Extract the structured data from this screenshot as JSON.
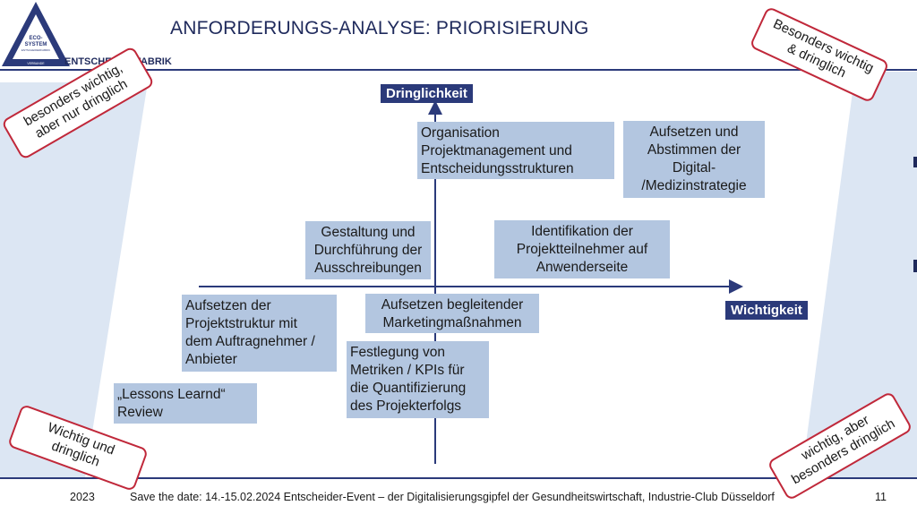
{
  "title": "ANFORDERUNGS-ANALYSE: PRIORISIERUNG",
  "brand": {
    "text": "ENTSCHEIDERFABRIK",
    "logo": {
      "line1": "ECO-",
      "line2": "SYSTEM",
      "line3": "ENTSCHEIDERFABRIK",
      "left_text": "DIGITAL",
      "bottom_text": "VERBANDE",
      "right_text": "KOMMUNIKATION"
    }
  },
  "axes": {
    "y_label": "Dringlichkeit",
    "x_label": "Wichtigkeit"
  },
  "boxes": [
    {
      "id": "organisation",
      "text": "Organisation\nProjektmanagement und\nEntscheidungsstrukturen"
    },
    {
      "id": "digitalstrategie",
      "text": "Aufsetzen und\nAbstimmen der\nDigital-\n/Medizinstrategie"
    },
    {
      "id": "ausschreibungen",
      "text": "Gestaltung und\nDurchführung der\nAusschreibungen"
    },
    {
      "id": "projektteilnehmer",
      "text": "Identifikation der\nProjektteilnehmer auf\nAnwenderseite"
    },
    {
      "id": "projektstruktur",
      "text": "Aufsetzen der\nProjektstruktur mit\ndem Auftragnehmer /\nAnbieter"
    },
    {
      "id": "marketing",
      "text": "Aufsetzen begleitender\nMarketingmaßnahmen"
    },
    {
      "id": "metriken",
      "text": "Festlegung von\nMetriken / KPIs für\ndie Quantifizierung\ndes Projekterfolgs"
    },
    {
      "id": "lessons",
      "text": "„Lessons Learnd“\nReview"
    }
  ],
  "stamps": {
    "top_left": "besonders wichtig,\naber nur dringlich",
    "top_right": "Besonders wichtig\n& dringlich",
    "bottom_left": "Wichtig und\ndringlich",
    "bottom_right": "wichtig, aber\nbesonders dringlich"
  },
  "footer": {
    "year": "2023",
    "event": "Save the date: 14.-15.02.2024 Entscheider-Event – der Digitalisierungsgipfel der Gesundheitswirtschaft, Industrie-Club Düsseldorf",
    "page": "11"
  },
  "colors": {
    "navy": "#2b3a7a",
    "box_fill": "#b3c6e0",
    "band_fill": "#dce6f3",
    "stamp_border": "#c0283a"
  }
}
